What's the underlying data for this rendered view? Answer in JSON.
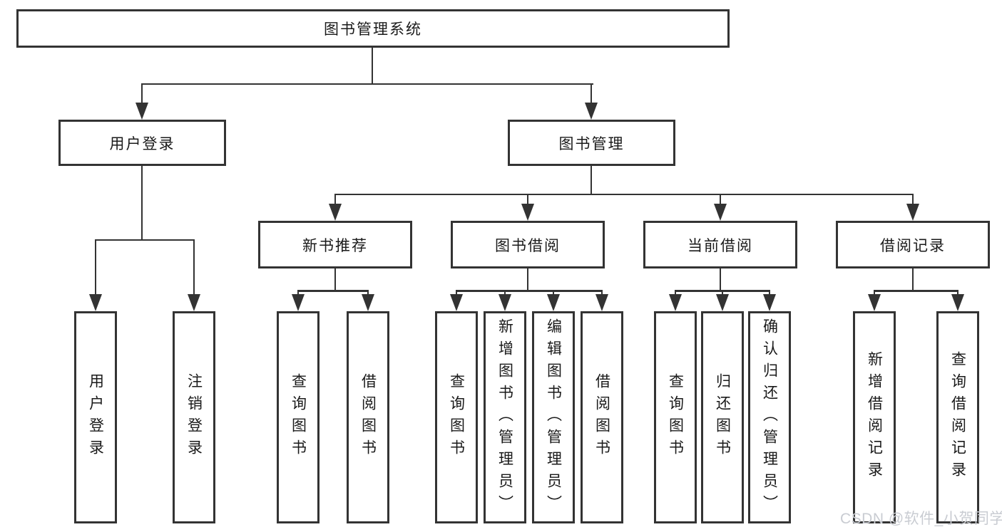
{
  "diagram": {
    "root": {
      "label": "图书管理系统"
    },
    "level2": [
      {
        "label": "用户登录"
      },
      {
        "label": "图书管理"
      }
    ],
    "level3": [
      {
        "label": "新书推荐"
      },
      {
        "label": "图书借阅"
      },
      {
        "label": "当前借阅"
      },
      {
        "label": "借阅记录"
      }
    ],
    "leaves": [
      {
        "label": "用户登录"
      },
      {
        "label": "注销登录"
      },
      {
        "label": "查询图书"
      },
      {
        "label": "借阅图书"
      },
      {
        "label": "查询图书"
      },
      {
        "label": "新增图书（管理员）"
      },
      {
        "label": "编辑图书（管理员）"
      },
      {
        "label": "借阅图书"
      },
      {
        "label": "查询图书"
      },
      {
        "label": "归还图书"
      },
      {
        "label": "确认归还（管理员）"
      },
      {
        "label": "新增借阅记录"
      },
      {
        "label": "查询借阅记录"
      }
    ]
  },
  "watermark": {
    "text": "CSDN @软件_小贺同学"
  },
  "colors": {
    "line": "#333333",
    "box_border": "#333333",
    "text": "#1a1a1a",
    "background": "#ffffff",
    "watermark": "#c9ccd2"
  }
}
